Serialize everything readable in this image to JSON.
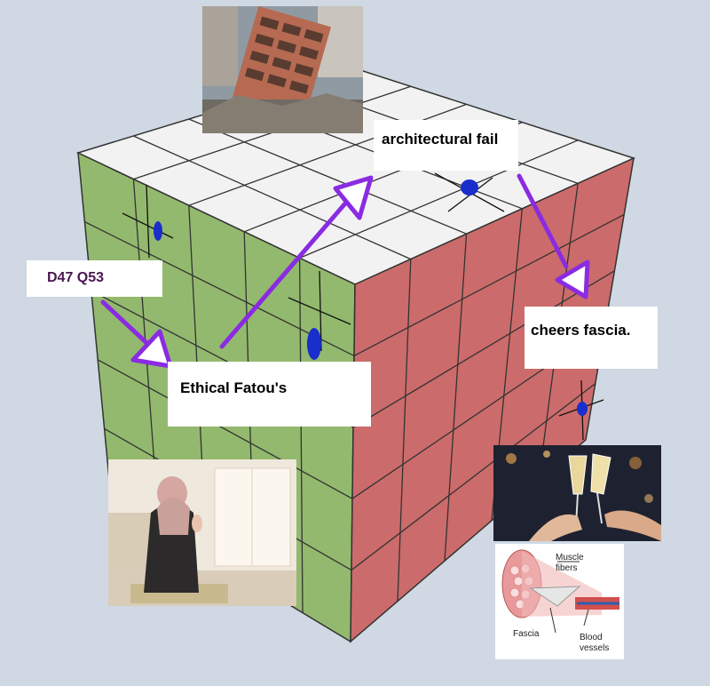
{
  "labels": {
    "d47": "D47 Q53",
    "ethical": "Ethical Fatou's",
    "architectural": "architectural fail",
    "cheers": "cheers fascia."
  },
  "photos": {
    "building": "collapsed-building-photo",
    "prayer": "woman-praying-photo",
    "toast": "champagne-toast-photo",
    "fascia": "muscle-fascia-diagram"
  },
  "fascia_diagram": {
    "muscle_fibers_line1": "Muscle",
    "muscle_fibers_line2": "fibers",
    "fascia": "Fascia",
    "blood_line1": "Blood",
    "blood_line2": "vessels"
  },
  "colors": {
    "background": "#cfd8e3",
    "cube_top": "#f2f2f2",
    "cube_left": "#93b96e",
    "cube_right": "#cc6b6b",
    "arrow": "#8a2be2",
    "marker": "#1a2ecc",
    "label_d47": "#4b1550"
  }
}
